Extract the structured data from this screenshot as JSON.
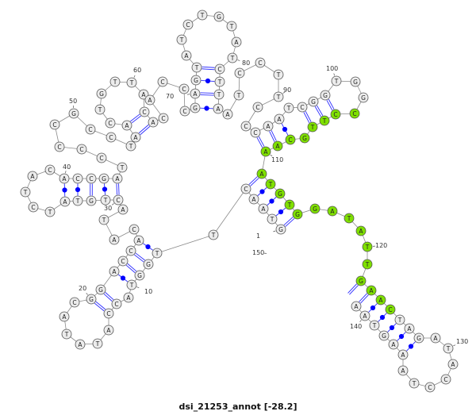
{
  "title": "dsi_21253_annot [-28.2]",
  "sequence": "GTAACTTGGTACCATATACGGACCACATACTGTATCTACACCGATCCCCGCCTAACTGTTACACACCCGAGTATCTGTATCTTAATCCTTCCCAATCGGTGGCCTTGCAAATGTGGATATTGAACTAGATACCTAAAGTAA",
  "pairs": [
    [
      1,
      115,
      "strong"
    ],
    [
      2,
      114,
      "weak"
    ],
    [
      3,
      113,
      "weak"
    ],
    [
      4,
      112,
      "weak"
    ],
    [
      5,
      111,
      "strong"
    ],
    [
      7,
      25,
      "weak"
    ],
    [
      8,
      24,
      "strong"
    ],
    [
      9,
      23,
      "strong"
    ],
    [
      10,
      22,
      "weak"
    ],
    [
      12,
      21,
      "strong"
    ],
    [
      13,
      20,
      "strong"
    ],
    [
      30,
      44,
      "strong"
    ],
    [
      31,
      43,
      "weak"
    ],
    [
      32,
      42,
      "strong"
    ],
    [
      33,
      41,
      "weak"
    ],
    [
      34,
      40,
      "weak"
    ],
    [
      54,
      63,
      "strong"
    ],
    [
      55,
      62,
      "strong"
    ],
    [
      69,
      84,
      "weak"
    ],
    [
      70,
      83,
      "strong"
    ],
    [
      71,
      82,
      "weak"
    ],
    [
      72,
      81,
      "strong"
    ],
    [
      93,
      110,
      "strong"
    ],
    [
      94,
      109,
      "strong"
    ],
    [
      95,
      108,
      "weak"
    ],
    [
      97,
      106,
      "strong"
    ],
    [
      98,
      105,
      "strong"
    ],
    [
      99,
      104,
      "strong"
    ],
    [
      122,
      142,
      "strong"
    ],
    [
      123,
      141,
      "strong"
    ],
    [
      124,
      140,
      "weak"
    ],
    [
      125,
      139,
      "weak"
    ],
    [
      126,
      138,
      "weak"
    ],
    [
      127,
      137,
      "weak"
    ],
    [
      128,
      136,
      "weak"
    ]
  ],
  "highlight": {
    "from": 103,
    "to": 125,
    "color": "#7fe000"
  },
  "base_color": "#ececec",
  "pair_color": "#0000ff",
  "position_labels": [
    "1",
    "10",
    "20",
    "30",
    "40",
    "50",
    "60",
    "70",
    "80",
    "90",
    "100",
    "110",
    "120",
    "130",
    "140",
    "150"
  ]
}
